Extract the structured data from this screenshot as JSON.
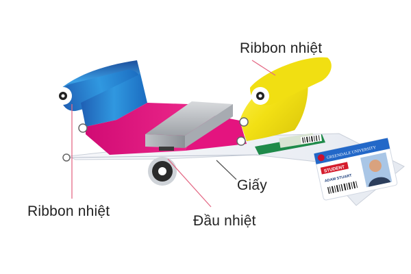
{
  "labels": {
    "ribbon_top": "Ribbon nhiệt",
    "ribbon_left": "Ribbon nhiệt",
    "paper": "Giấy",
    "print_head": "Đầu nhiệt"
  },
  "card_front": {
    "university": "GREENDALE UNIVERSITY",
    "role": "STUDENT",
    "name": "ADAM STUART"
  },
  "colors": {
    "cyan": "#2a86d3",
    "magenta": "#e8107f",
    "yellow": "#f3e61b",
    "leader_line": "#e46a86",
    "paper": "#eef1f6",
    "roller": "#222222"
  }
}
